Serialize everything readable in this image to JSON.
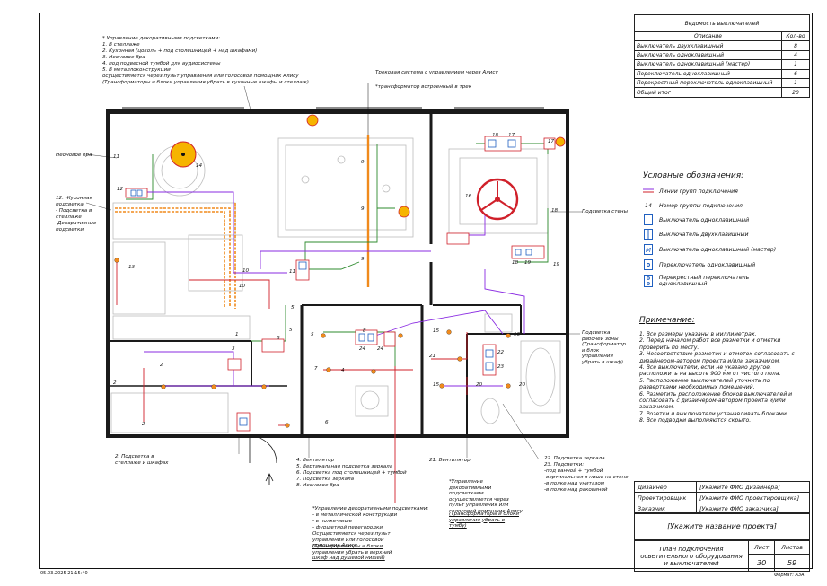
{
  "spec": {
    "title": "Ведомость выключателей",
    "col_desc": "Описание",
    "col_qty": "Кол-во",
    "rows": [
      {
        "desc": "Выключатель двухклавишный",
        "qty": "8"
      },
      {
        "desc": "Выключатель одноклавишный",
        "qty": "4"
      },
      {
        "desc": "Выключатель одноклавишный (мастер)",
        "qty": "1"
      },
      {
        "desc": "Переключатель одноклавишный",
        "qty": "6"
      },
      {
        "desc": "Перекрестный переключатель одноклавишный",
        "qty": "1"
      },
      {
        "desc": "Общий итог",
        "qty": "20"
      }
    ]
  },
  "legend": {
    "title": "Условные обозначения:",
    "items": [
      {
        "label": "Линии групп подключения",
        "icon": "line-icon"
      },
      {
        "label": "Номер группы подключения",
        "num": "14",
        "icon": "group-number-icon"
      },
      {
        "label": "Выключатель одноклавишный",
        "icon": "switch-single-icon"
      },
      {
        "label": "Выключатель двухклавишный",
        "icon": "switch-double-icon"
      },
      {
        "label": "Выключатель одноклавишный (мастер)",
        "icon": "switch-master-icon"
      },
      {
        "label": "Переключатель одноклавишный",
        "icon": "changeover-switch-icon"
      },
      {
        "label": "Перекрестный переключатель одноклавишный",
        "icon": "cross-switch-icon"
      }
    ]
  },
  "notes": {
    "title": "Примечание:",
    "items": [
      "1. Все размеры указаны в миллиметрах.",
      "2. Перед началом работ все разметки и отметки проверить по месту.",
      "3. Несоответствие разметок и отметок согласовать с дизайнером-автором проекта и/или заказчиком.",
      "4. Все выключатели, если не указано другое, расположить на высоте 900 мм от чистого пола.",
      "5. Расположение выключателей уточнить по развертками необходимых помещений.",
      "6. Разметить расположение блоков выключателей и согласовать с дизайнером-автором проекта и/или заказчиком.",
      "7. Розетки и выключатели устанавливать блоками.",
      "8. Все подводки выполняются скрыто."
    ]
  },
  "titleblock": {
    "designer_label": "Дизайнер",
    "designer_value": "[Укажите ФИО дизайнера]",
    "planner_label": "Проектировщик",
    "planner_value": "[Укажите ФИО проектировщика]",
    "customer_label": "Заказчик",
    "customer_value": "[Укажите ФИО заказчика]",
    "project_name": "[Укажите название проекта]",
    "sheet_title": "План подключения осветительного оборудования и выключателей",
    "list_label": "Лист",
    "lists_label": "Листов",
    "list_value": "30",
    "lists_value": "59",
    "format": "Формат: А3А",
    "date": "05.03.2025 21:15:40"
  },
  "annotations": {
    "top_block_title": "* Управление декоративными подсветками:",
    "top_block_lines": [
      "1. В стеллаже",
      "2. Кухонная (цоколь + под столешницей + над шкафами)",
      "3. Неоновое бра",
      "4. под подвесной тумбой для аудиосистемы",
      "5. В металлоконструкции",
      "осуществляется через пульт управления или голосовой помощник Алису",
      "(Трансформаторы и блоки управления убрать в кухонные шкафы и стеллаж)"
    ],
    "track_system": "Трековая система с управлением через Алису",
    "track_transformer": "*трансформатор встроенный в трек",
    "neon_sconce": "Неоновое бра",
    "kitchen_title": "12. -Кухонная подсветка",
    "kitchen_lines": [
      "- Подсветка в стеллаже",
      "-Декоративные подсветки"
    ],
    "wall_light": "Подсветка стены",
    "workzone_light": "Подсветка рабочей зоны (Трансформатор и блок управления убрать в шкаф)",
    "shelf_light": "2. Подсветка в стеллаже и шкафах",
    "legend_left_lines": [
      "4. Вентилятор",
      "5. Вертикальная подсветка зеркала",
      "6. Подсветка под столешницей + тумбой",
      "7. Подсветка зеркала",
      "8. Неоновое бра"
    ],
    "fan_21": "21. Вентилятор",
    "legend_right_lines": [
      "22. Подсветка зеркала",
      "23. Подсветки:",
      "-под ванной + тумбой",
      "-вертикальная в нише на стене",
      "-в полке над унитазом",
      "-в полке над раковиной"
    ],
    "center_note_title": "*Управление декоративными подсветками:",
    "center_note_lines": [
      "- в металлической конструкции",
      "- в полке-нише",
      "- фуршетной перегородки",
      "Осуществляется через пульт управления или голосовой помощник Алису",
      "(Трансформаторы и блоки управления убрать в верхний шкаф над душевой нишей)"
    ],
    "right_note": "*Управление декоративными подсветками осуществляется через пульт управления или голосовой помощник Алису",
    "right_note_2": "(Трансформаторы и блоки управления убрать в тумбу)"
  },
  "plan": {
    "group_numbers": [
      "11",
      "12",
      "13",
      "14",
      "9",
      "9",
      "9",
      "10",
      "10",
      "11",
      "5",
      "5",
      "6",
      "8",
      "2",
      "3",
      "1",
      "2",
      "2",
      "7",
      "4",
      "5",
      "6",
      "18",
      "17",
      "17",
      "16",
      "18",
      "18",
      "19",
      "19",
      "15",
      "16",
      "15",
      "21",
      "22",
      "23",
      "20",
      "20",
      "24",
      "24"
    ],
    "colors": {
      "purple": "#8a2be2",
      "red": "#d0202a",
      "green": "#2e8b2e",
      "orange": "#f08a1c",
      "yellow": "#f6b400",
      "wall": "#1a1a1a"
    }
  }
}
